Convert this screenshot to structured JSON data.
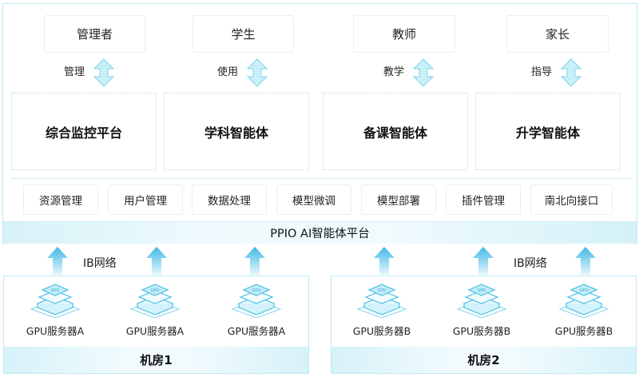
{
  "roles": [
    {
      "label": "管理者",
      "relation": "管理"
    },
    {
      "label": "学生",
      "relation": "使用"
    },
    {
      "label": "教师",
      "relation": "教学"
    },
    {
      "label": "家长",
      "relation": "指导"
    }
  ],
  "agents": [
    "综合监控平台",
    "学科智能体",
    "备课智能体",
    "升学智能体"
  ],
  "modules": [
    "资源管理",
    "用户管理",
    "数据处理",
    "模型微调",
    "模型部署",
    "插件管理",
    "南北向接口"
  ],
  "platform": {
    "title": "PPIO AI智能体平台"
  },
  "network": {
    "label_left": "IB网络",
    "label_right": "IB网络"
  },
  "rooms": [
    {
      "title": "机房1",
      "servers": [
        "GPU服务器A",
        "GPU服务器A",
        "GPU服务器A"
      ]
    },
    {
      "title": "机房2",
      "servers": [
        "GPU服务器B",
        "GPU服务器B",
        "GPU服务器B"
      ]
    }
  ],
  "colors": {
    "accent": "#4cc3ea",
    "border": "#bfe8f2",
    "band": "#d6f2f8"
  }
}
